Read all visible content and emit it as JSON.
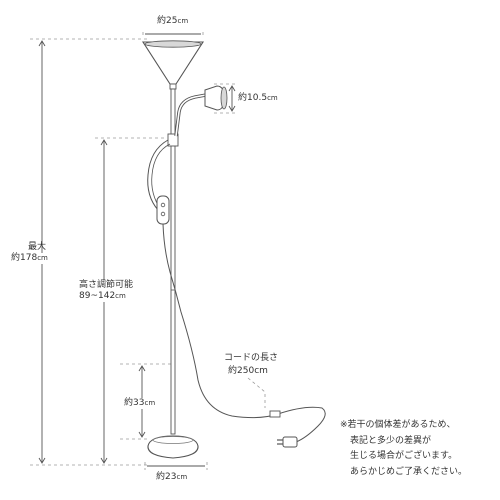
{
  "dimensions": {
    "top_width": {
      "prefix": "約",
      "value": "25",
      "unit": "cm"
    },
    "reading_light": {
      "prefix": "約",
      "value": "10.5",
      "unit": "cm"
    },
    "max_height": {
      "heading": "最大",
      "prefix": "約",
      "value": "178",
      "unit": "cm"
    },
    "adjustable_height": {
      "heading": "高さ調節可能",
      "value": "89~142",
      "unit": "cm"
    },
    "cord_length": {
      "heading": "コードの長さ",
      "prefix": "約",
      "value": "250",
      "unit": "cm"
    },
    "switch_height": {
      "prefix": "約",
      "value": "33",
      "unit": "cm"
    },
    "base_width": {
      "prefix": "約",
      "value": "23",
      "unit": "cm"
    }
  },
  "note": {
    "lines": [
      "※若干の個体差があるため、",
      "表記と多少の差異が",
      "生じる場合がございます。",
      "あらかじめご了承ください。"
    ]
  },
  "colors": {
    "line": "#555555",
    "dash": "#9a9a9a",
    "text": "#333333",
    "shade_inner": "#d8d8d8"
  }
}
